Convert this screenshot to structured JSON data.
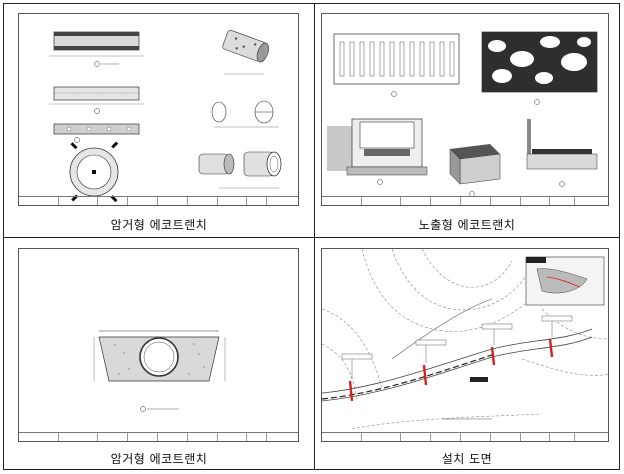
{
  "panels": [
    {
      "caption": "암거형 에코트랜치"
    },
    {
      "caption": "노출형 에코트랜치"
    },
    {
      "caption": "암거형 에코트랜치"
    },
    {
      "caption": "설치 도면"
    }
  ],
  "colors": {
    "install_marker": "#d42020",
    "concrete_dark": "#3a3a3a"
  }
}
